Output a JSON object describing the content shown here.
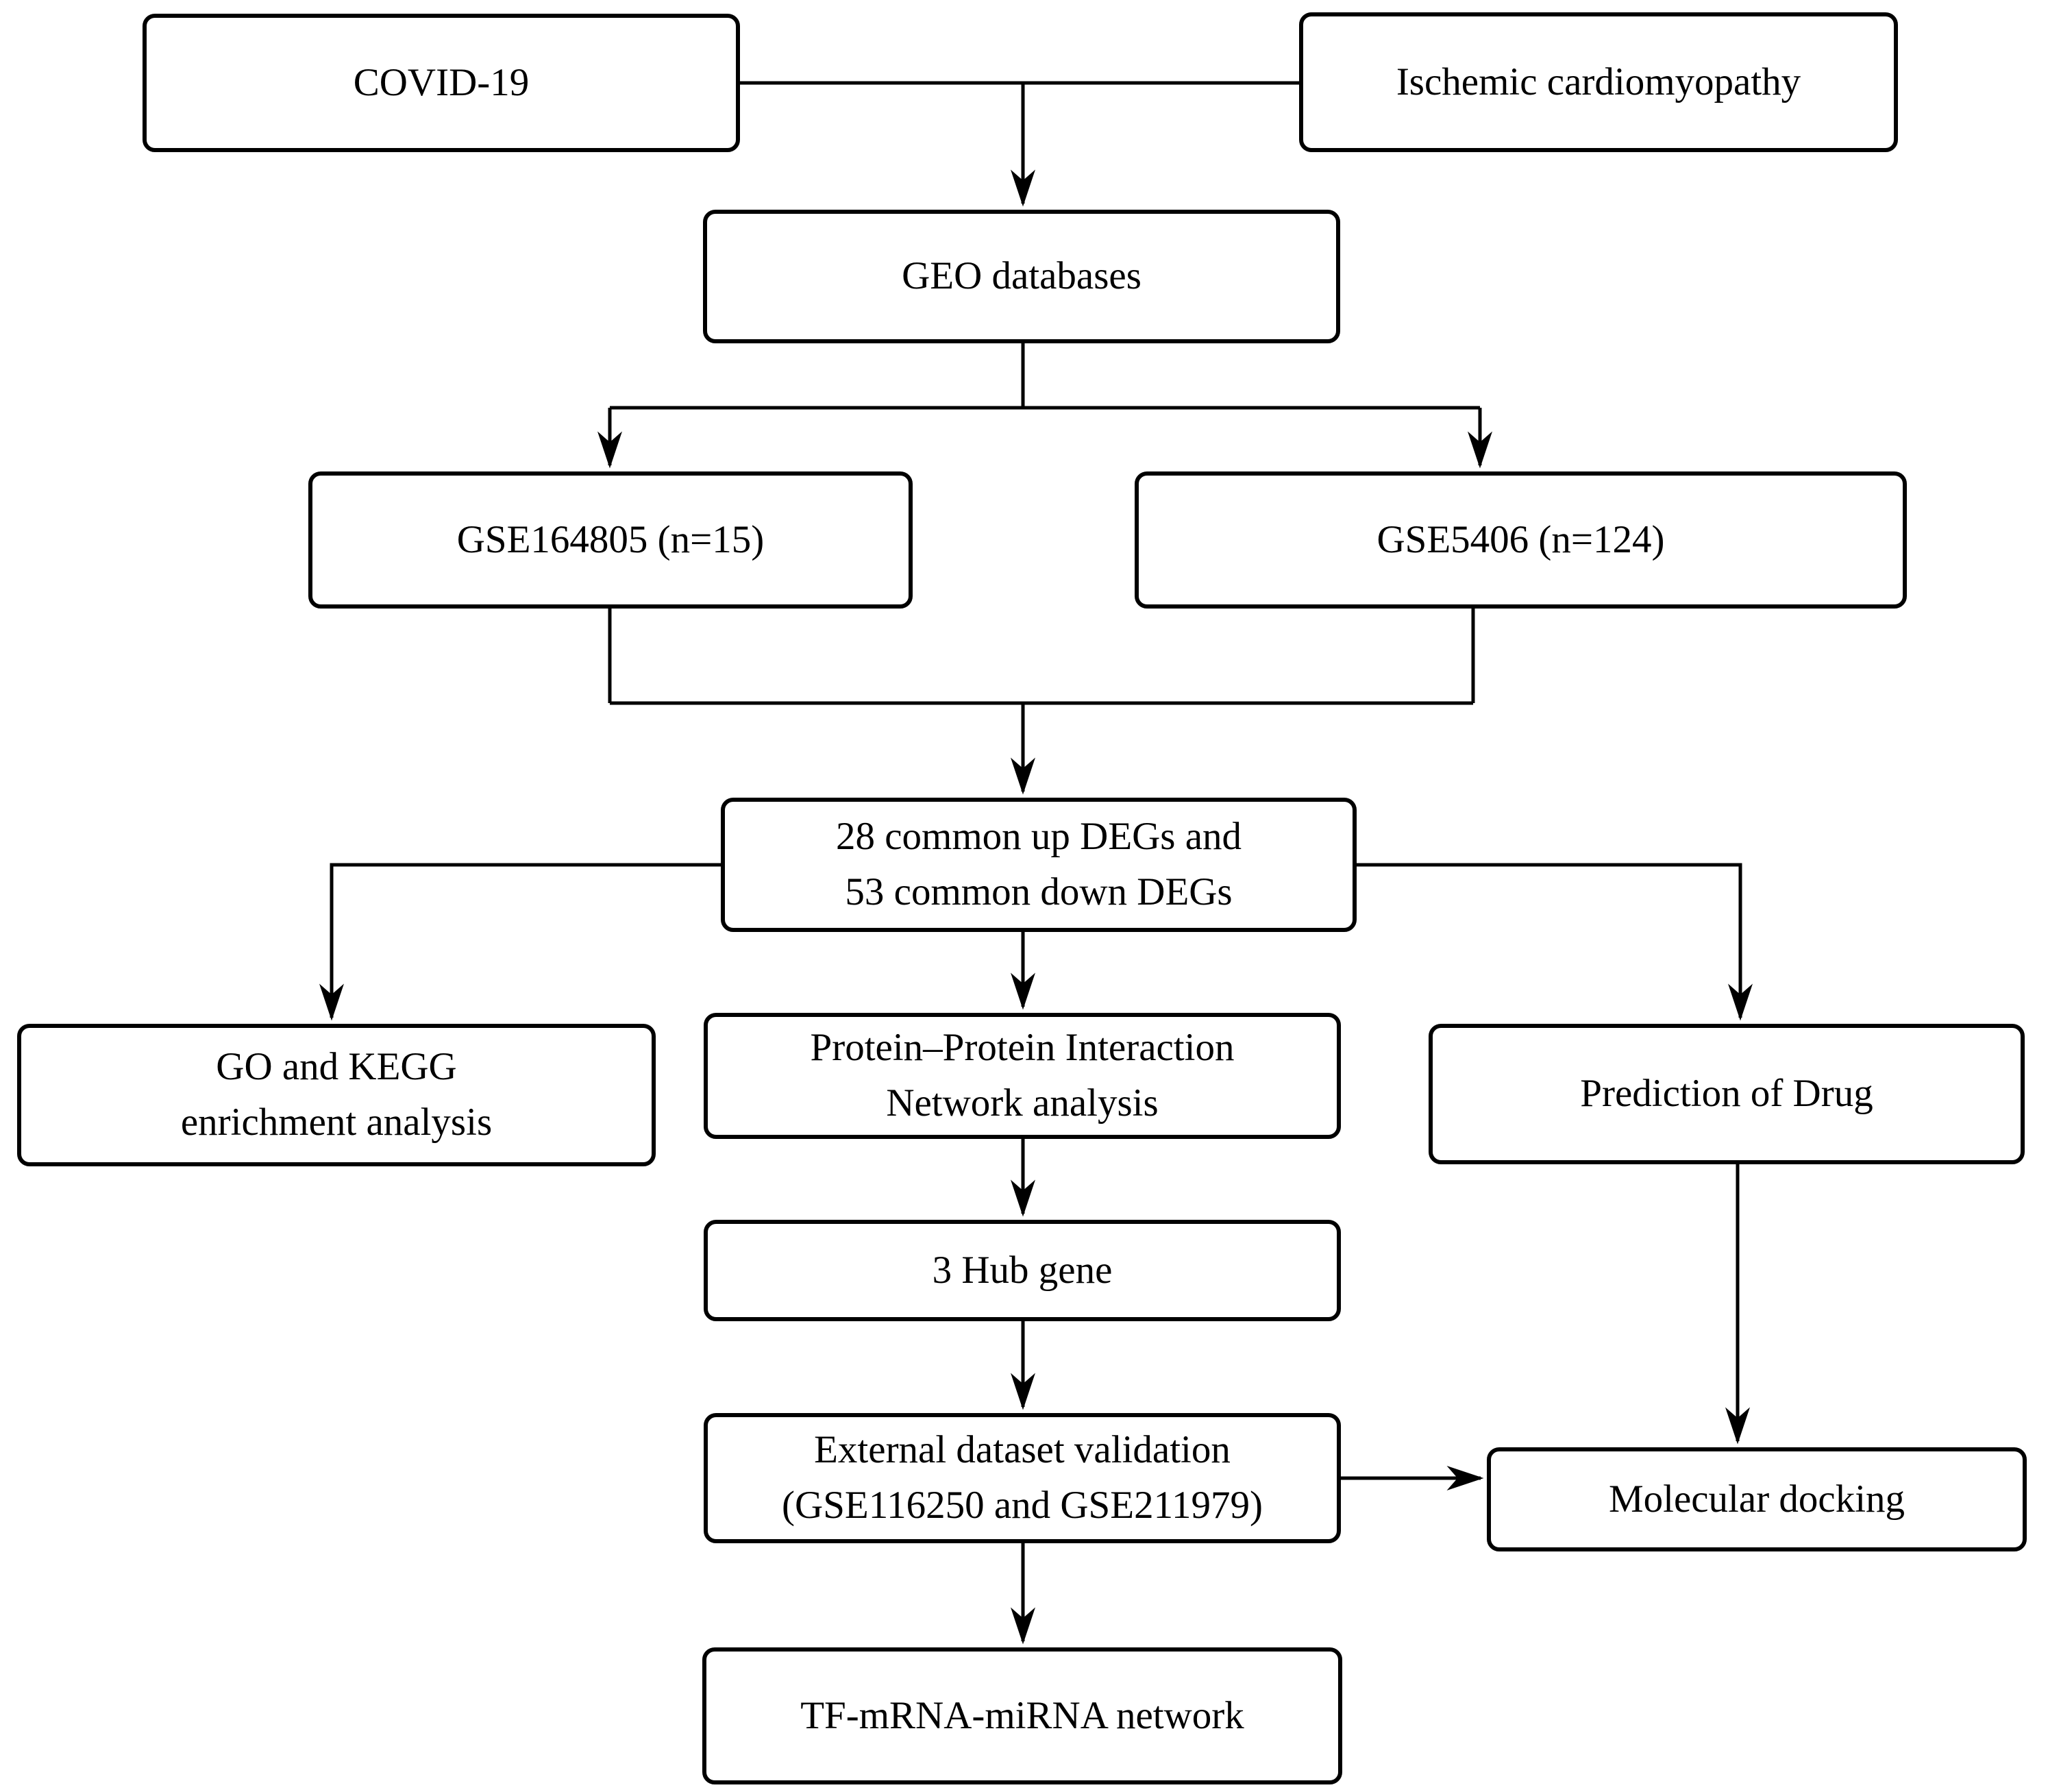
{
  "diagram": {
    "colors": {
      "line": "#000000",
      "box_fill": "#ffffff",
      "box_border": "#000000",
      "text": "#000000",
      "background": "#ffffff"
    },
    "nodes": {
      "covid": {
        "label": "COVID-19"
      },
      "ischemic": {
        "label": "Ischemic cardiomyopathy"
      },
      "geo": {
        "label": "GEO databases"
      },
      "gse164805": {
        "label": "GSE164805 (n=15)"
      },
      "gse5406": {
        "label": "GSE5406 (n=124)"
      },
      "degs": {
        "line1": "28 common up DEGs and",
        "line2": "53 common down DEGs"
      },
      "go_kegg": {
        "line1": "GO and KEGG",
        "line2": "enrichment analysis"
      },
      "ppi": {
        "line1": "Protein–Protein Interaction",
        "line2": "Network analysis"
      },
      "drug": {
        "label": "Prediction of Drug"
      },
      "hub": {
        "label": "3 Hub gene"
      },
      "external_validation": {
        "line1": "External dataset validation",
        "line2": "(GSE116250 and GSE211979)"
      },
      "molecular_docking": {
        "label": "Molecular docking"
      },
      "tf_mrna_mirna": {
        "label": "TF-mRNA-miRNA network"
      }
    }
  }
}
